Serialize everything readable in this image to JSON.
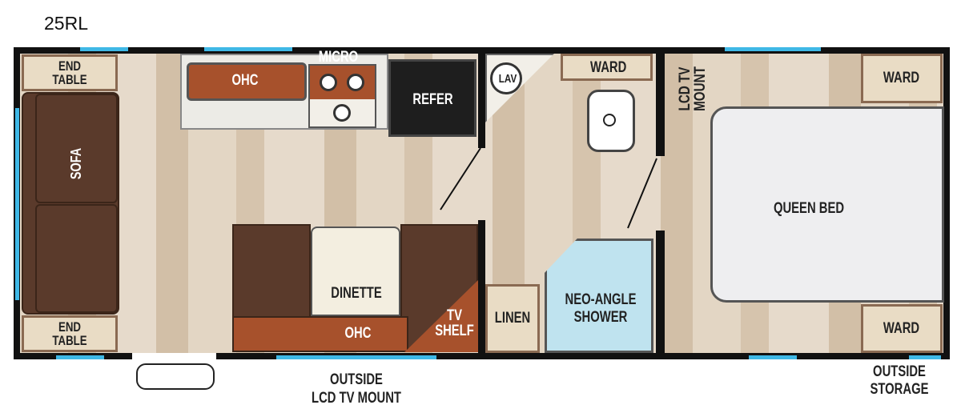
{
  "title": "25RL",
  "rooms": {
    "end_table_top": "END\nTABLE",
    "end_table_bottom": "END\nTABLE",
    "sofa": "SOFA",
    "ohc_kitchen": "OHC",
    "micro": "MICRO",
    "refer": "REFER",
    "lav": "LAV",
    "ward_bath": "WARD",
    "lcd_tv_mount": "LCD TV\nMOUNT",
    "ward_top": "WARD",
    "queen_bed": "QUEEN BED",
    "ward_bottom": "WARD",
    "dinette": "DINETTE",
    "ohc_dinette": "OHC",
    "tv_shelf": "TV\nSHELF",
    "linen": "LINEN",
    "shower": "NEO-ANGLE\nSHOWER"
  },
  "outside": {
    "lcd_tv_mount": "OUTSIDE\nLCD TV MOUNT",
    "storage": "OUTSIDE\nSTORAGE"
  },
  "colors": {
    "wall": "#111111",
    "window": "#3fb8e6",
    "sofa": "#5a3a2b",
    "accent": "#a7512c"
  }
}
